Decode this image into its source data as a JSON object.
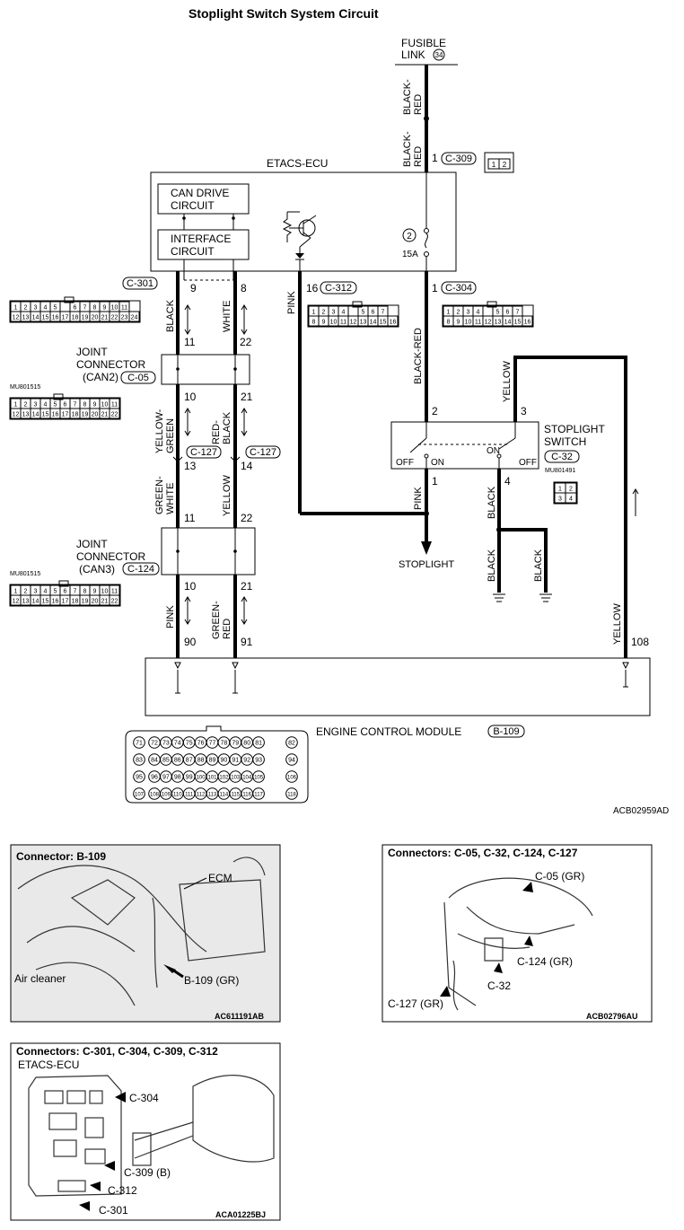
{
  "title": "Stoplight Switch System Circuit",
  "fusible_link": {
    "line1": "FUSIBLE",
    "line2": "LINK",
    "num": "34"
  },
  "etacs": {
    "label": "ETACS-ECU",
    "can_drive": [
      "CAN DRIVE",
      "CIRCUIT"
    ],
    "interface": [
      "INTERFACE",
      "CIRCUIT"
    ],
    "fuse_num": "2",
    "fuse_amp": "15A"
  },
  "connectors": {
    "c309": "C-309",
    "c301": "C-301",
    "c312": "C-312",
    "c304": "C-304",
    "c05": "C-05",
    "c127": "C-127",
    "c124": "C-124",
    "c32": "C-32",
    "b109": "B-109"
  },
  "pins": {
    "p1_309": "1",
    "p9": "9",
    "p8": "8",
    "p16": "16",
    "p1_304": "1",
    "p11a": "11",
    "p22a": "22",
    "p10a": "10",
    "p21a": "21",
    "p13": "13",
    "p14": "14",
    "p11b": "11",
    "p22b": "22",
    "p10b": "10",
    "p21b": "21",
    "p90": "90",
    "p91": "91",
    "p108": "108",
    "sw2": "2",
    "sw3": "3",
    "sw1": "1",
    "sw4": "4"
  },
  "wires": {
    "black_red_top": [
      "BLACK-",
      "RED"
    ],
    "black_red_2": [
      "BLACK-",
      "RED"
    ],
    "black": "BLACK",
    "white": "WHITE",
    "pink": "PINK",
    "black_red": "BLACK-RED",
    "yellow_green": [
      "YELLOW-",
      "GREEN"
    ],
    "red_black": [
      "RED-",
      "BLACK"
    ],
    "green_white": [
      "GREEN-",
      "WHITE"
    ],
    "yellow": "YELLOW",
    "pink2": "PINK",
    "green_red": [
      "GREEN-",
      "RED"
    ],
    "yellow_sw": "YELLOW",
    "pink_sw": "PINK",
    "black_sw": "BLACK",
    "black_g1": "BLACK",
    "black_g2": "BLACK",
    "yellow_ecm": "YELLOW"
  },
  "joint_can2": [
    "JOINT",
    "CONNECTOR",
    "(CAN2)"
  ],
  "joint_can3": [
    "JOINT",
    "CONNECTOR",
    "(CAN3)"
  ],
  "stoplight_switch": [
    "STOPLIGHT",
    "SWITCH"
  ],
  "sw_states": {
    "off": "OFF",
    "on": "ON"
  },
  "stoplight_label": "STOPLIGHT",
  "ecm_label": "ENGINE CONTROL MODULE",
  "part_numbers": {
    "mu1515a": "MU801515",
    "mu1515b": "MU801515",
    "mu1491": "MU801491"
  },
  "code_main": "ACB02959AD",
  "c301_rows": [
    [
      "1",
      "2",
      "3",
      "4",
      "5",
      "",
      "6",
      "7",
      "8",
      "9",
      "10",
      "11"
    ],
    [
      "12",
      "13",
      "14",
      "15",
      "16",
      "17",
      "18",
      "19",
      "20",
      "21",
      "22",
      "23",
      "24"
    ]
  ],
  "c312_rows": [
    [
      "1",
      "2",
      "3",
      "4",
      "",
      "5",
      "6",
      "7"
    ],
    [
      "8",
      "9",
      "10",
      "11",
      "12",
      "13",
      "14",
      "15",
      "16"
    ]
  ],
  "c304_rows": [
    [
      "1",
      "2",
      "3",
      "4",
      "",
      "5",
      "6",
      "7"
    ],
    [
      "8",
      "9",
      "10",
      "11",
      "12",
      "13",
      "14",
      "15",
      "16"
    ]
  ],
  "jc_rows": [
    [
      "1",
      "2",
      "3",
      "4",
      "5",
      "6",
      "7",
      "8",
      "9",
      "10",
      "11"
    ],
    [
      "12",
      "13",
      "14",
      "15",
      "16",
      "17",
      "18",
      "19",
      "20",
      "21",
      "22"
    ]
  ],
  "c32_rows": [
    [
      "1",
      "2"
    ],
    [
      "3",
      "4"
    ]
  ],
  "c309_pins": [
    "1",
    "2"
  ],
  "ecm_rows": [
    [
      "71",
      "72",
      "73",
      "74",
      "75",
      "76",
      "77",
      "78",
      "79",
      "80",
      "81",
      "82"
    ],
    [
      "83",
      "84",
      "85",
      "86",
      "87",
      "88",
      "89",
      "90",
      "91",
      "92",
      "93",
      "94"
    ],
    [
      "95",
      "96",
      "97",
      "98",
      "99",
      "100",
      "101",
      "102",
      "103",
      "104",
      "105",
      "106"
    ],
    [
      "107",
      "108",
      "109",
      "110",
      "111",
      "112",
      "113",
      "114",
      "115",
      "116",
      "117",
      "118"
    ]
  ],
  "panel1": {
    "title": "Connector: B-109",
    "ecm": "ECM",
    "air": "Air cleaner",
    "conn": "B-109 (GR)",
    "code": "AC611191AB"
  },
  "panel2": {
    "title": "Connectors: C-05, C-32, C-124, C-127",
    "c05": "C-05 (GR)",
    "c124": "C-124 (GR)",
    "c32": "C-32",
    "c127": "C-127 (GR)",
    "code": "ACB02796AU"
  },
  "panel3": {
    "title": "Connectors: C-301, C-304, C-309, C-312",
    "etacs": "ETACS-ECU",
    "c304": "C-304",
    "c309": "C-309 (B)",
    "c312": "C-312",
    "c301": "C-301",
    "code": "ACA01225BJ"
  }
}
